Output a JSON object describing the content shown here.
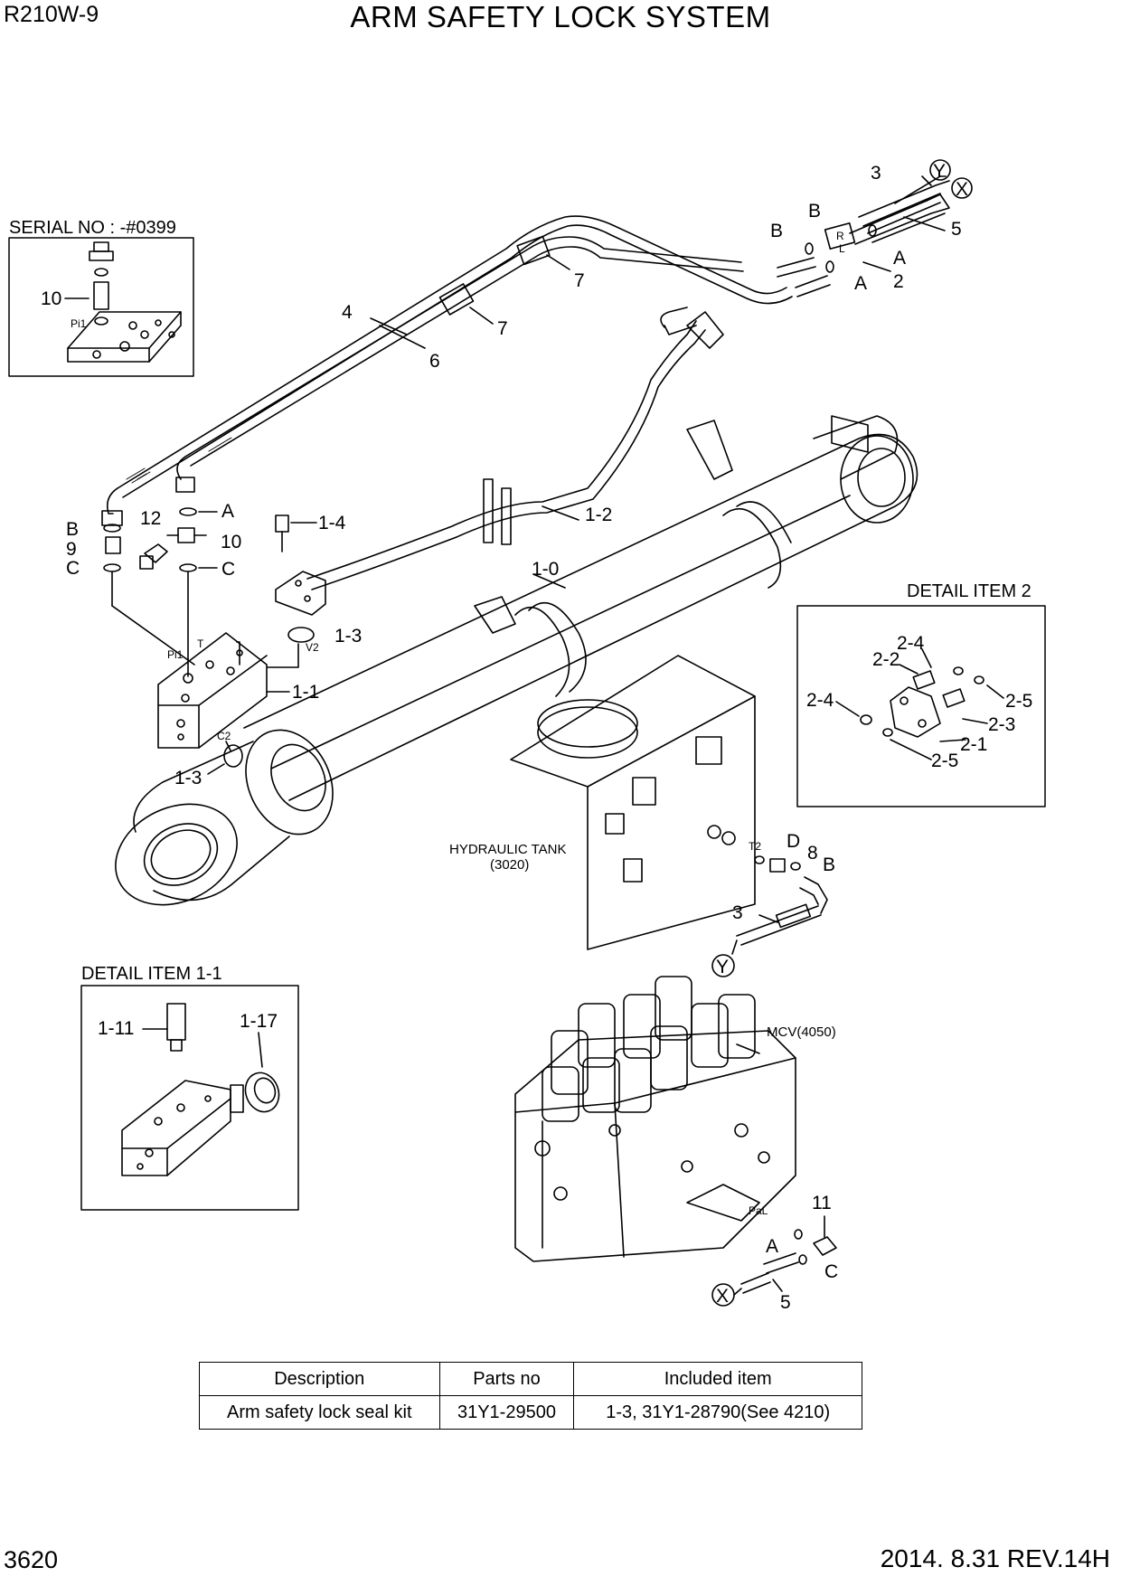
{
  "header": {
    "model": "R210W-9",
    "title": "ARM SAFETY LOCK SYSTEM"
  },
  "footer": {
    "page_number": "3620",
    "revision": "2014. 8.31  REV.14H"
  },
  "insets": {
    "serial": {
      "title": "SERIAL NO : -#0399",
      "callouts": [
        "10"
      ],
      "port": "Pi1"
    },
    "detail_item_2": {
      "title": "DETAIL ITEM 2",
      "callouts": [
        "2-4",
        "2-2",
        "2-4",
        "2-5",
        "2-3",
        "2-1",
        "2-5"
      ]
    },
    "detail_item_1_1": {
      "title": "DETAIL ITEM 1-1",
      "callouts": [
        "1-11",
        "1-17"
      ]
    }
  },
  "labels": {
    "hydraulic_tank": "HYDRAULIC TANK",
    "hydraulic_tank_ref": "(3020)",
    "mcv": "MCV(4050)"
  },
  "callouts": {
    "c3_top": "3",
    "y_top": "Y",
    "x_top": "X",
    "b_top1": "B",
    "b_top2": "B",
    "r": "R",
    "l": "L",
    "a_top1": "A",
    "a_top2": "A",
    "c2": "2",
    "c5_top": "5",
    "c7a": "7",
    "c7b": "7",
    "c4": "4",
    "c6": "6",
    "b_left": "B",
    "c9": "9",
    "c_left": "C",
    "c12": "12",
    "a_left": "A",
    "c10": "10",
    "c_left2": "C",
    "c1_4": "1-4",
    "c1_2": "1-2",
    "c1_0": "1-0",
    "c1_3a": "1-3",
    "v2": "V2",
    "t": "T",
    "pi1": "Pi1",
    "c1_1": "1-1",
    "c2_port": "C2",
    "c1_3b": "1-3",
    "t2": "T2",
    "d": "D",
    "c8": "8",
    "b_right": "B",
    "c3_mid": "3",
    "y_mid": "Y",
    "pal": "PaL",
    "c11": "11",
    "a_bottom": "A",
    "c_bottom": "C",
    "x_bottom": "X",
    "c5_bottom": "5"
  },
  "parts_table": {
    "headers": [
      "Description",
      "Parts no",
      "Included item"
    ],
    "rows": [
      [
        "Arm safety lock seal kit",
        "31Y1-29500",
        "1-3, 31Y1-28790(See 4210)"
      ]
    ]
  }
}
